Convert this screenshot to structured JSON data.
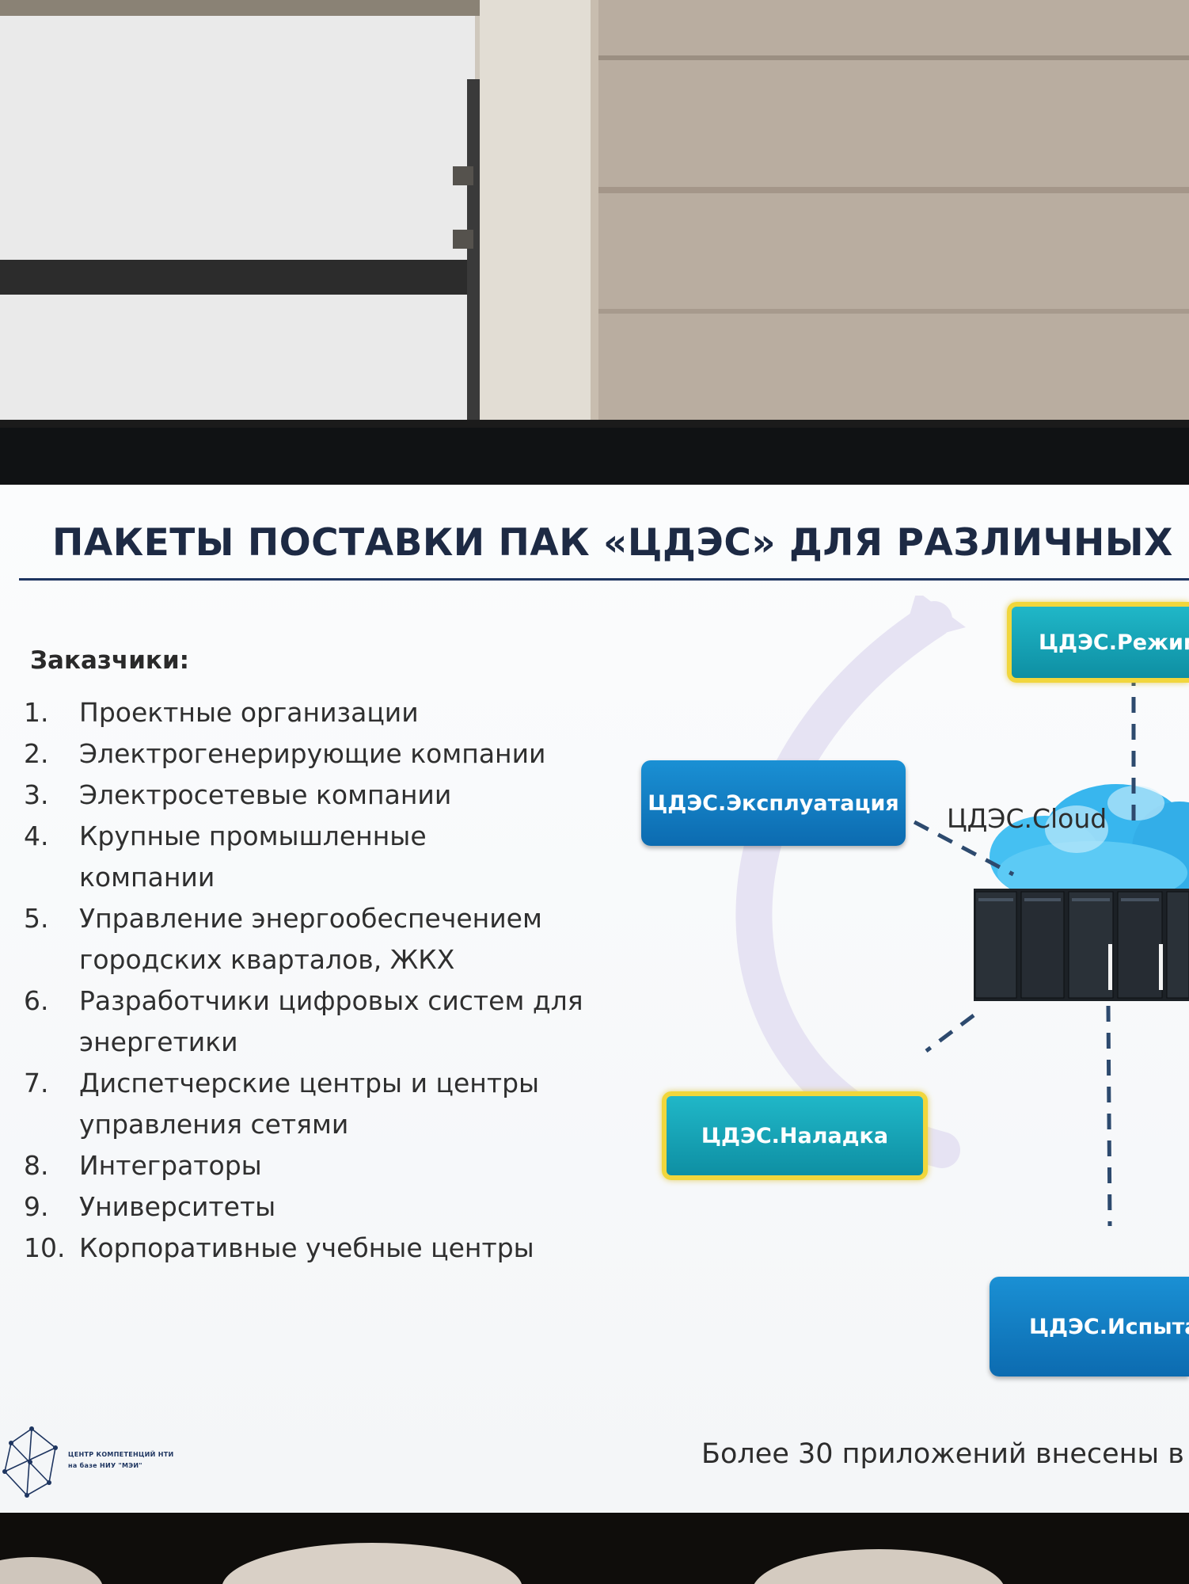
{
  "slide": {
    "title": "ПАКЕТЫ ПОСТАВКИ ПАК «ЦДЭС» ДЛЯ РАЗЛИЧНЫХ ЦЕЛЕЙ",
    "customers_heading": "Заказчики:",
    "customers": [
      {
        "num": "1.",
        "text": "Проектные организации"
      },
      {
        "num": "2.",
        "text": "Электрогенерирующие компании"
      },
      {
        "num": "3.",
        "text": "Электросетевые компании"
      },
      {
        "num": "4.",
        "text": "Крупные промышленные компании"
      },
      {
        "num": "5.",
        "text": "Управление энергообеспечением городских кварталов, ЖКХ"
      },
      {
        "num": "6.",
        "text": "Разработчики цифровых систем для энергетики"
      },
      {
        "num": "7.",
        "text": "Диспетчерские центры и центры управления сетями"
      },
      {
        "num": "8.",
        "text": "Интеграторы"
      },
      {
        "num": "9.",
        "text": "Университеты"
      },
      {
        "num": "10.",
        "text": "Корпоративные учебные центры"
      }
    ],
    "diagram": {
      "node_rezhim": "ЦДЭС.Режим",
      "node_ekspluatatsiya": "ЦДЭС.Эксплуатация",
      "node_naladka": "ЦДЭС.Наладка",
      "node_ispyta": "ЦДЭС.Испыта",
      "cloud_label": "ЦДЭС.Cloud"
    },
    "footer": {
      "org_line1": "ЦЕНТР КОМПЕТЕНЦИЙ НТИ",
      "org_line2": "на базе НИУ \"МЭИ\"",
      "note": "Более 30 приложений внесены в"
    }
  },
  "colors": {
    "title": "#1d2a44",
    "rule": "#1e3560",
    "node_blue": "#0f78bf",
    "node_teal": "#16a3b5",
    "node_highlight": "#f1d63c"
  }
}
